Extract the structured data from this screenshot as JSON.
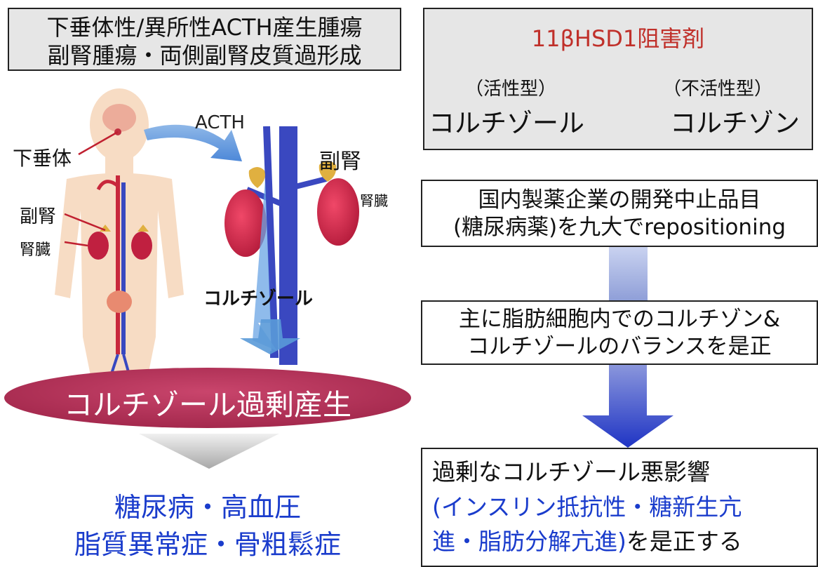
{
  "left": {
    "causes_line1": "下垂体性/異所性ACTH産生腫瘍",
    "causes_line2": "副腎腫瘍・両側副腎皮質過形成",
    "label_pituitary": "下垂体",
    "label_acth": "ACTH",
    "label_adrenal_right": "副腎",
    "label_kidney_right": "腎臓",
    "label_adrenal_left": "副腎",
    "label_kidney_left": "腎臓",
    "label_cortisol": "コルチゾール",
    "overproduction": "コルチゾール過剰産生",
    "diseases_line1": "糖尿病・高血圧",
    "diseases_line2": "脂質異常症・骨粗鬆症"
  },
  "right": {
    "inhibitor": "11βHSD1阻害剤",
    "active_label": "（活性型）",
    "inactive_label": "（不活性型）",
    "cortisol": "コルチゾール",
    "cortisone": "コルチゾン",
    "box2_line1": "国内製薬企業の開発中止品目",
    "box2_line2": "(糖尿病薬)を九大でrepositioning",
    "box3_line1": "主に脂肪細胞内でのコルチゾン&",
    "box3_line2": "コルチゾールのバランスを是正",
    "box4_line1": "過剰なコルチゾール悪影響",
    "box4_line2": "(インスリン抵抗性・糖新生亢",
    "box4_line3": "進・脂肪分解亢進)を是正する"
  },
  "colors": {
    "inhibitor_red": "#c0302a",
    "conversion_blue": "#2a8ae8",
    "disease_blue": "#1a3ccc",
    "ellipse_crimson": "#b8325a"
  }
}
